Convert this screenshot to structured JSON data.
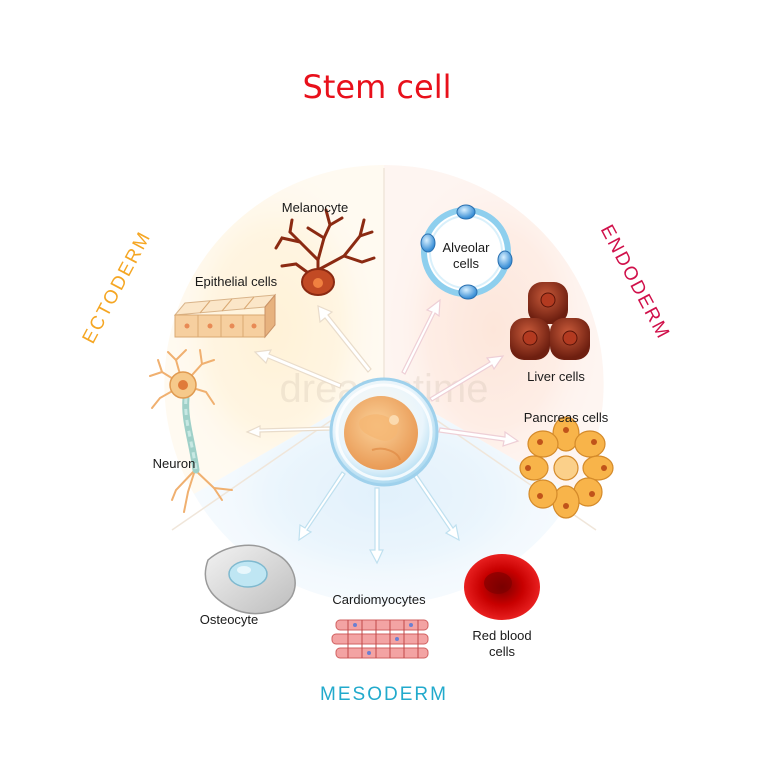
{
  "title": "Stem cell",
  "colors": {
    "title": "#e8101b",
    "ectoderm": "#f5a623",
    "endoderm": "#d0104a",
    "mesoderm": "#22aacc"
  },
  "layers": {
    "ectoderm": "ECTODERM",
    "endoderm": "ENDODERM",
    "mesoderm": "MESODERM"
  },
  "cells": {
    "melanocyte": "Melanocyte",
    "epithelial": "Epithelial cells",
    "neuron": "Neuron",
    "alveolar_line1": "Alveolar",
    "alveolar_line2": "cells",
    "liver": "Liver cells",
    "pancreas": "Pancreas cells",
    "osteocyte": "Osteocyte",
    "cardiomyocytes": "Cardiomyocytes",
    "rbc_line1": "Red blood",
    "rbc_line2": "cells"
  },
  "watermark": "dreamstime"
}
